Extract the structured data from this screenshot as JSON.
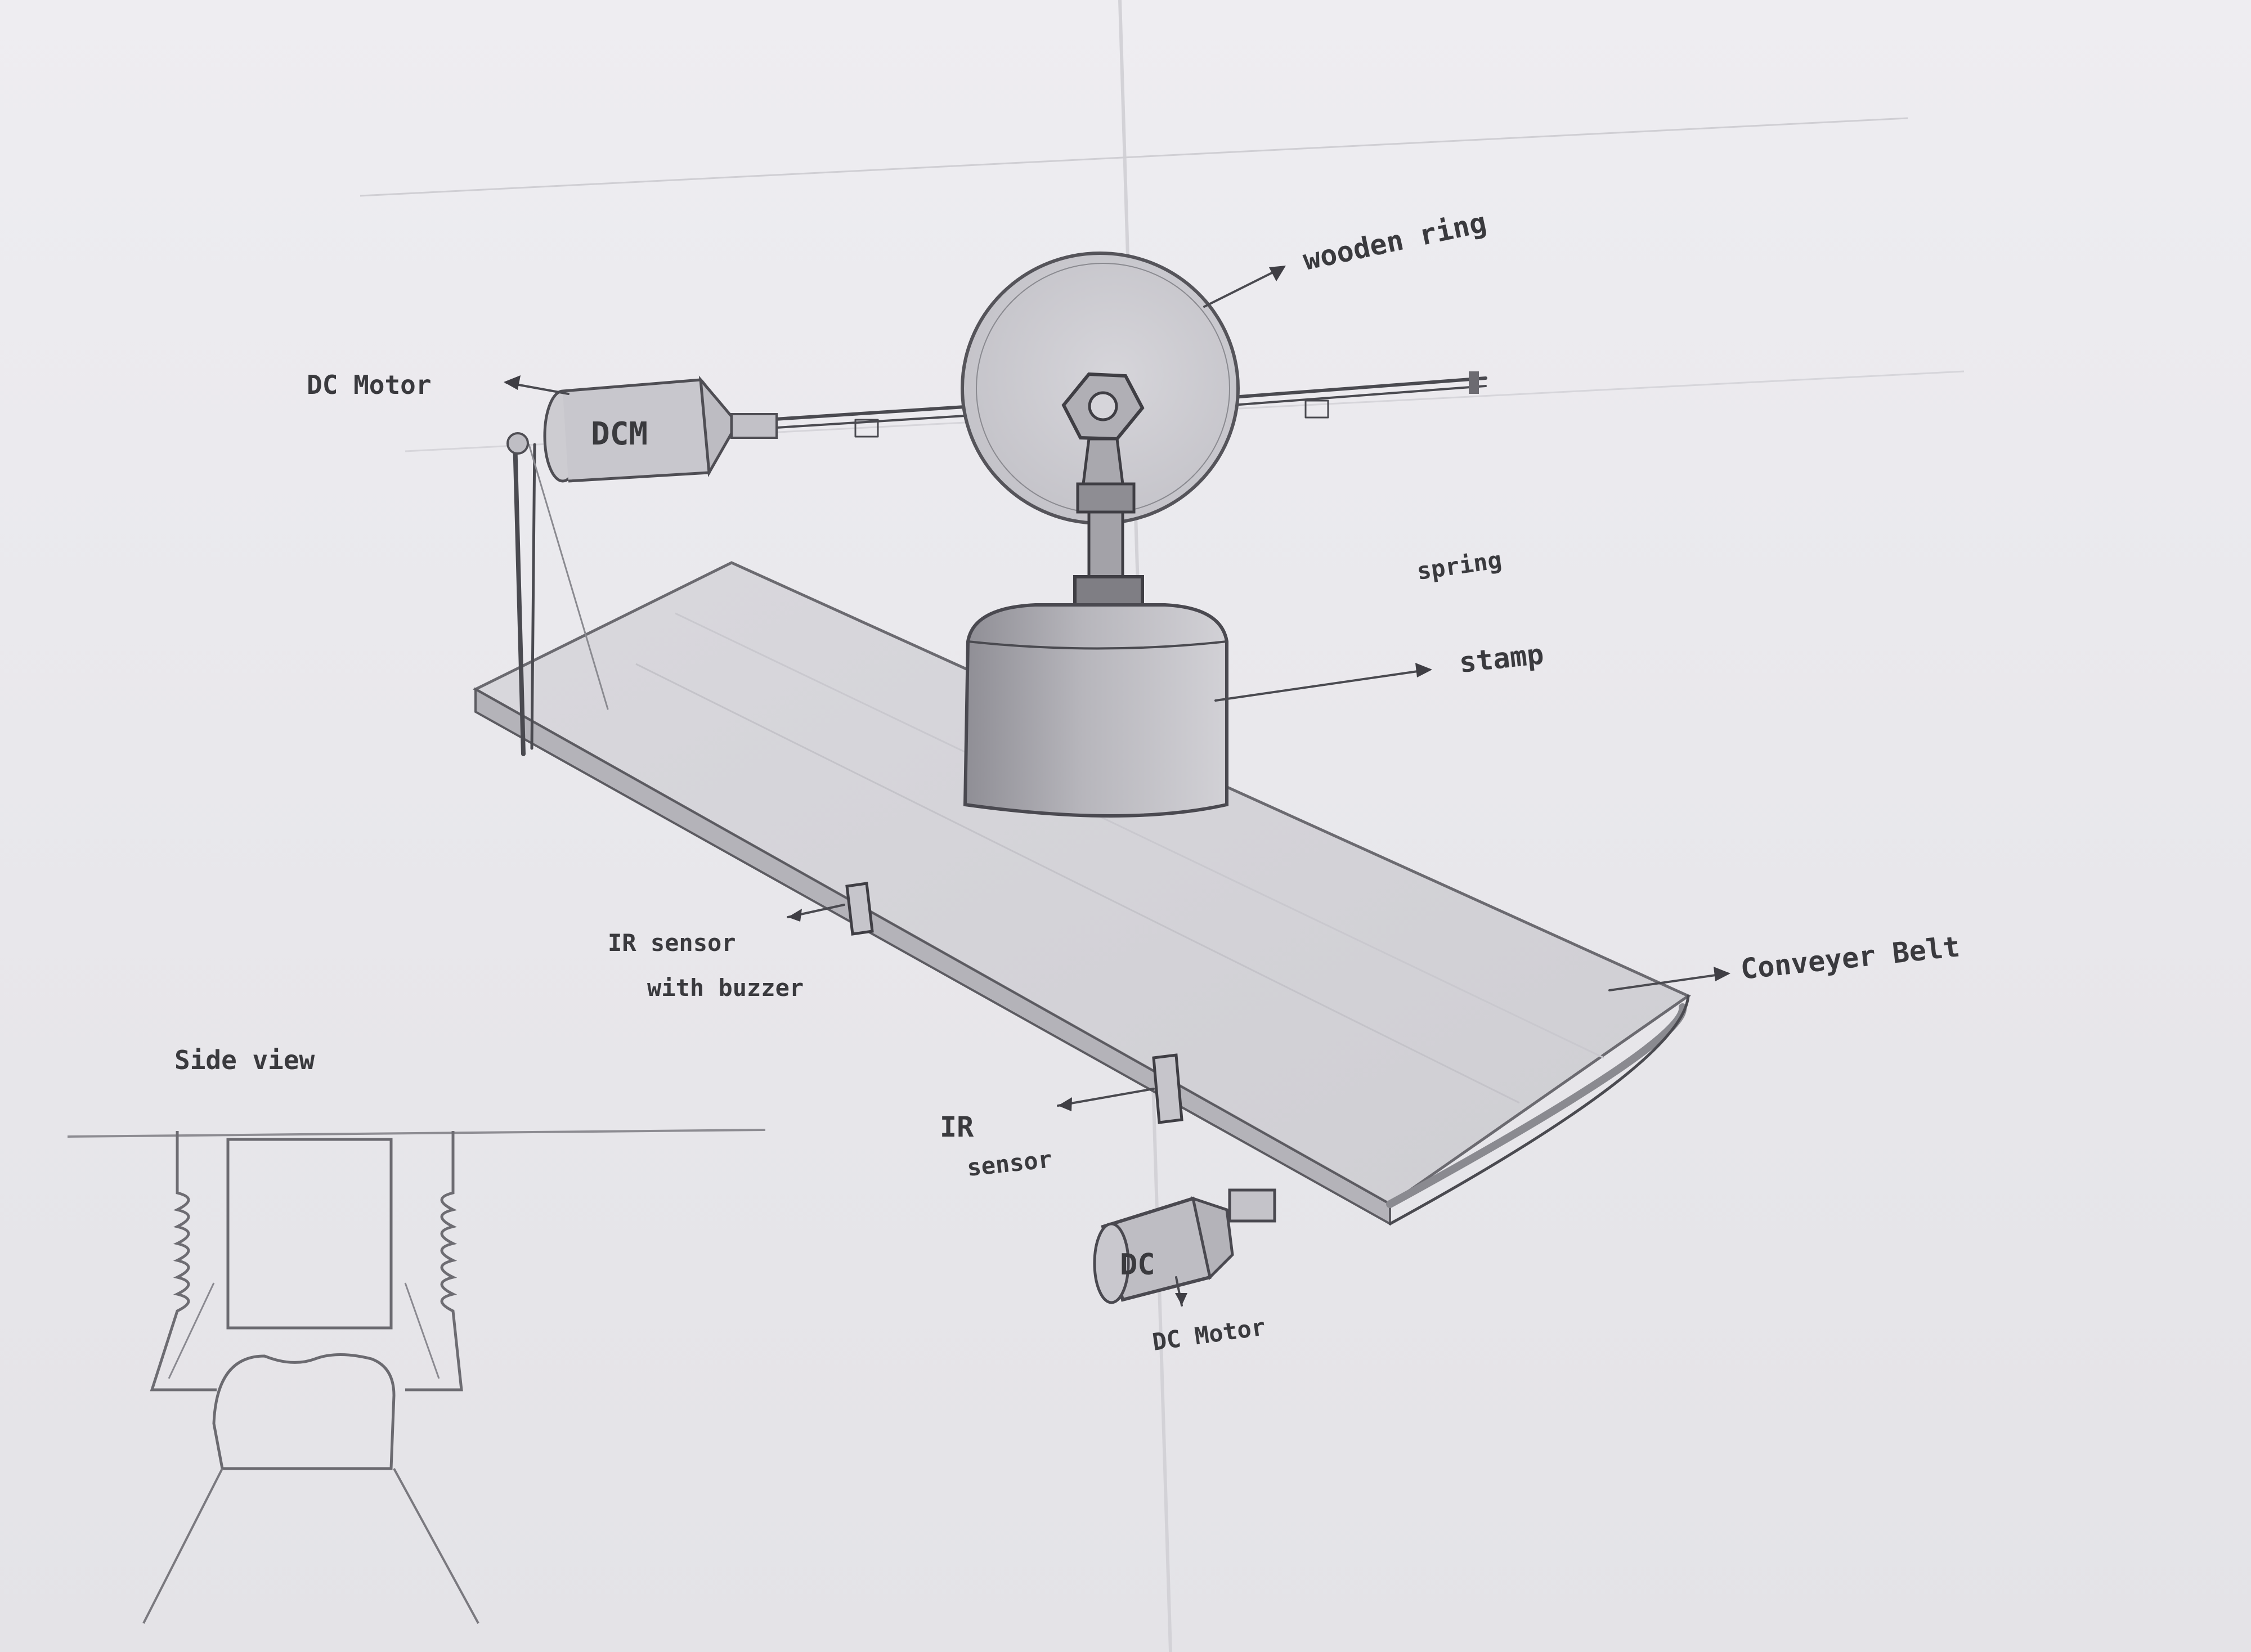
{
  "labels": {
    "wooden_ring": "wooden ring",
    "dc_motor_top": "DC Motor",
    "dcm": "DCM",
    "stamp": "stamp",
    "spring": "spring",
    "ir_sensor_buzzer_line1": "IR sensor",
    "ir_sensor_buzzer_line2": "with buzzer",
    "conveyer_belt": "Conveyer Belt",
    "ir_sensor_line1": "IR",
    "ir_sensor_line2": "sensor",
    "dc": "DC",
    "dc_motor_bottom": "DC Motor",
    "side_view": "Side view"
  },
  "colors": {
    "paper": "#e9e8ec",
    "ink": "#3a3a3e",
    "pencil": "#8a8a90",
    "shade": "#b9b8be"
  }
}
